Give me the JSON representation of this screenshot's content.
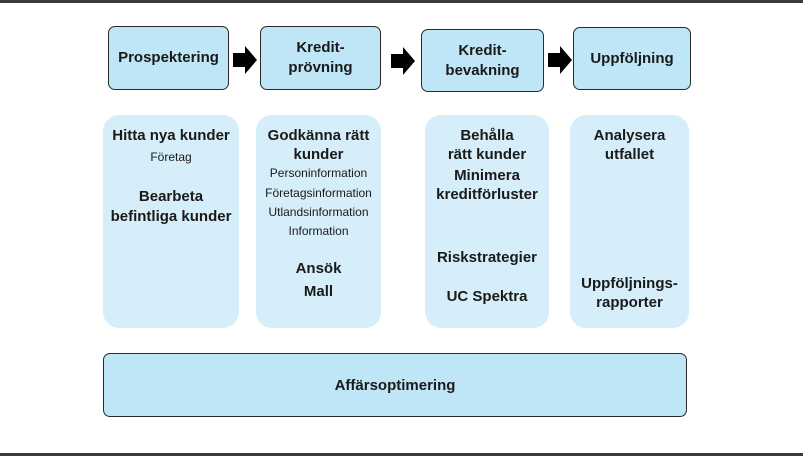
{
  "stages": [
    {
      "line1": "Prospektering",
      "line2": ""
    },
    {
      "line1": "Kredit-",
      "line2": "prövning"
    },
    {
      "line1": "Kredit-",
      "line2": "bevakning"
    },
    {
      "line1": "Uppföljning",
      "line2": ""
    }
  ],
  "columns": {
    "prospektering": {
      "heading": "Hitta nya kunder",
      "sub": "Företag",
      "heading2_line1": "Bearbeta",
      "heading2_line2": "befintliga kunder"
    },
    "kreditprovning": {
      "heading_line1": "Godkänna rätt",
      "heading_line2": "kunder",
      "items": [
        "Personinformation",
        "Företagsinformation",
        "Utlandsinformation",
        "Information"
      ],
      "extra1": "Ansök",
      "extra2": "Mall"
    },
    "kreditbevakning": {
      "line1": "Behålla",
      "line2": "rätt kunder",
      "line3": "Minimera",
      "line4": "kreditförluster",
      "extra1": "Riskstrategier",
      "extra2": "UC Spektra"
    },
    "uppfoljning": {
      "line1": "Analysera",
      "line2": "utfallet",
      "extra_line1": "Uppföljnings-",
      "extra_line2": "rapporter"
    }
  },
  "bottom_bar": "Affärsoptimering",
  "colors": {
    "stage_fill": "#bfe6f6",
    "column_fill": "#d6eef9",
    "outline": "#2a2a2a",
    "arrow": "#000000"
  }
}
